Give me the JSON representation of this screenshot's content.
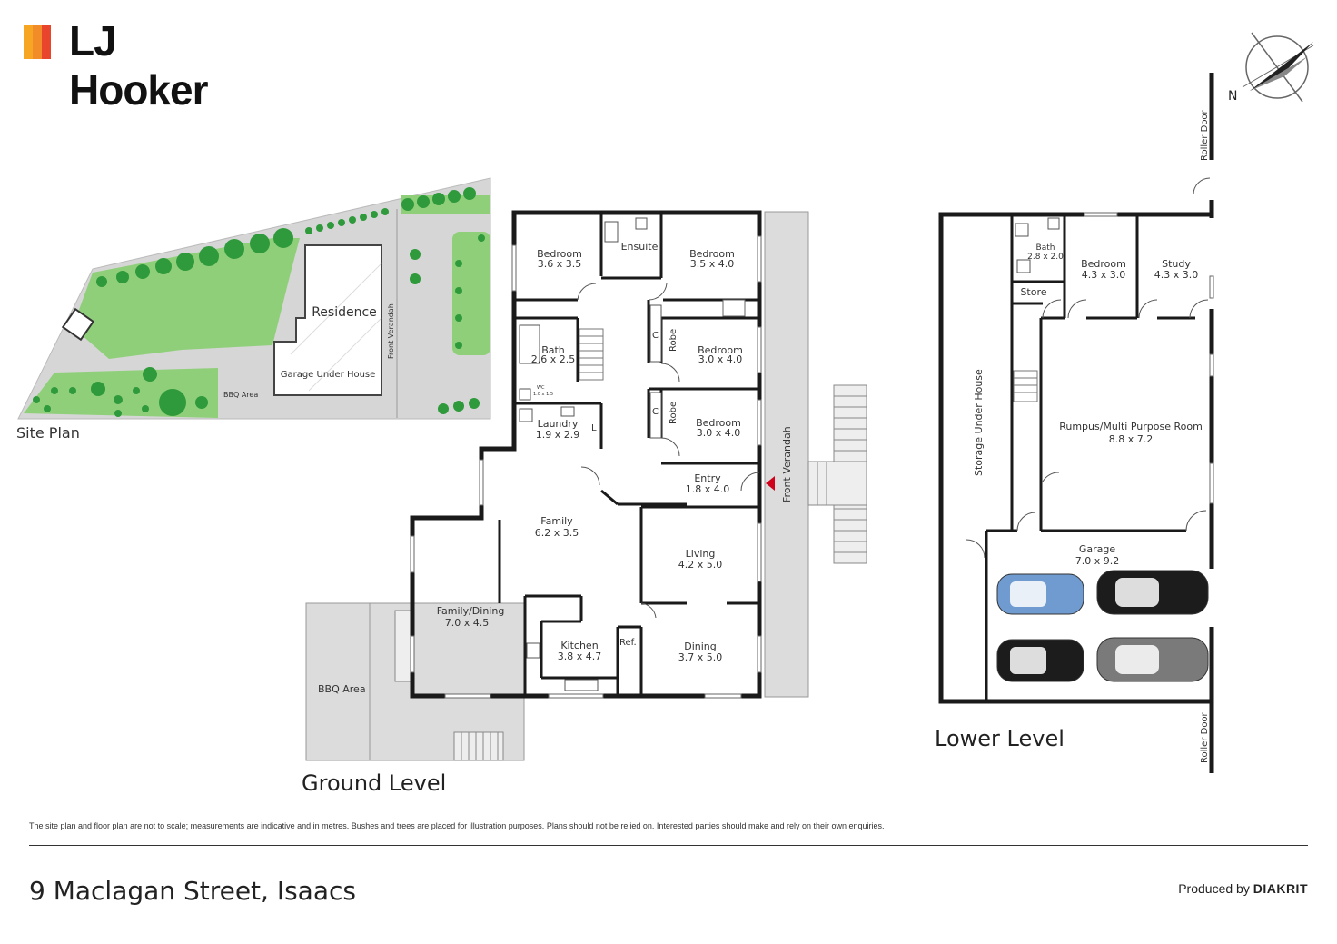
{
  "brand": {
    "name": "LJ Hooker",
    "stripe_colors": [
      "#f6a623",
      "#f28c28",
      "#e8452c"
    ]
  },
  "compass": {
    "label": "N"
  },
  "site_plan": {
    "title": "Site Plan",
    "labels": {
      "residence": "Residence",
      "garage": "Garage Under House",
      "verandah": "Front Verandah",
      "bbq": "BBQ Area"
    }
  },
  "ground_level": {
    "title": "Ground Level",
    "rooms": [
      {
        "name": "Bedroom",
        "size": "3.6 x 3.5"
      },
      {
        "name": "Ensuite",
        "size": ""
      },
      {
        "name": "Bedroom",
        "size": "3.5 x 4.0"
      },
      {
        "name": "Bath",
        "size": "2.6 x 2.5"
      },
      {
        "name": "Bedroom",
        "size": "3.0 x 4.0"
      },
      {
        "name": "Laundry",
        "size": "1.9 x 2.9"
      },
      {
        "name": "Bedroom",
        "size": "3.0 x 4.0"
      },
      {
        "name": "Entry",
        "size": "1.8 x 4.0"
      },
      {
        "name": "Family",
        "size": "6.2 x 3.5"
      },
      {
        "name": "Living",
        "size": "4.2 x 5.0"
      },
      {
        "name": "Family/Dining",
        "size": "7.0 x 4.5"
      },
      {
        "name": "Kitchen",
        "size": "3.8 x 4.7"
      },
      {
        "name": "Dining",
        "size": "3.7 x 5.0"
      }
    ],
    "small_labels": {
      "robe": "Robe",
      "c": "C",
      "l": "L",
      "ref": "Ref.",
      "wc": "WC",
      "wc_size": "1.0 x 1.5",
      "verandah": "Front Verandah",
      "bbq": "BBQ Area"
    }
  },
  "lower_level": {
    "title": "Lower Level",
    "rooms": [
      {
        "name": "Bath",
        "size": "2.8 x 2.0"
      },
      {
        "name": "Bedroom",
        "size": "4.3 x 3.0"
      },
      {
        "name": "Study",
        "size": "4.3 x 3.0"
      },
      {
        "name": "Store",
        "size": ""
      },
      {
        "name": "Rumpus/Multi Purpose Room",
        "size": "8.8 x 7.2"
      },
      {
        "name": "Garage",
        "size": "7.0 x 9.2"
      }
    ],
    "small_labels": {
      "storage": "Storage Under House",
      "roller_door": "Roller Door"
    },
    "car_colors": [
      "#6f9bd1",
      "#1c1c1c",
      "#1c1c1c",
      "#7a7a7a"
    ]
  },
  "footer": {
    "disclaimer": "The site plan and floor plan are not to scale; measurements are indicative and in metres. Bushes and trees are placed for illustration purposes. Plans should not be relied on. Interested parties should make and rely on their own enquiries.",
    "address": "9 Maclagan Street, Isaacs",
    "credit_prefix": "Produced by",
    "credit_brand": "DIAKRIT"
  }
}
